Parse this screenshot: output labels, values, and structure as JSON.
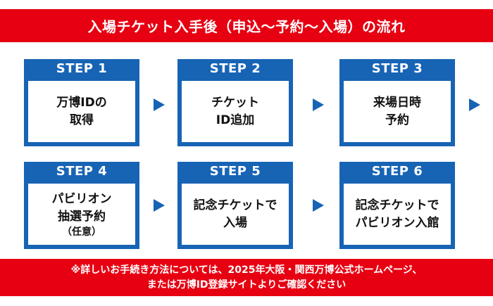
{
  "title": "入場チケット入手後（申込〜予約〜入場）の流れ",
  "steps": [
    {
      "label": "STEP 1",
      "lines": [
        "万博IDの",
        "取得"
      ]
    },
    {
      "label": "STEP 2",
      "lines": [
        "チケット",
        "ID追加"
      ]
    },
    {
      "label": "STEP 3",
      "lines": [
        "来場日時",
        "予約"
      ]
    },
    {
      "label": "STEP 4",
      "lines": [
        "パビリオン",
        "抽選予約"
      ],
      "note": "（任意）"
    },
    {
      "label": "STEP 5",
      "lines": [
        "記念チケットで",
        "入場"
      ]
    },
    {
      "label": "STEP 6",
      "lines": [
        "記念チケットで",
        "パビリオン入館"
      ]
    }
  ],
  "footer": {
    "line1": "※詳しいお手続き方法については、2025年大阪・関西万博公式ホームページ、",
    "line2": "または万博ID登録サイトよりご確認ください"
  },
  "colors": {
    "accent_red": "#e60012",
    "step_blue": "#1764b5"
  },
  "icons": {
    "arrow": "triangle-right-icon"
  }
}
